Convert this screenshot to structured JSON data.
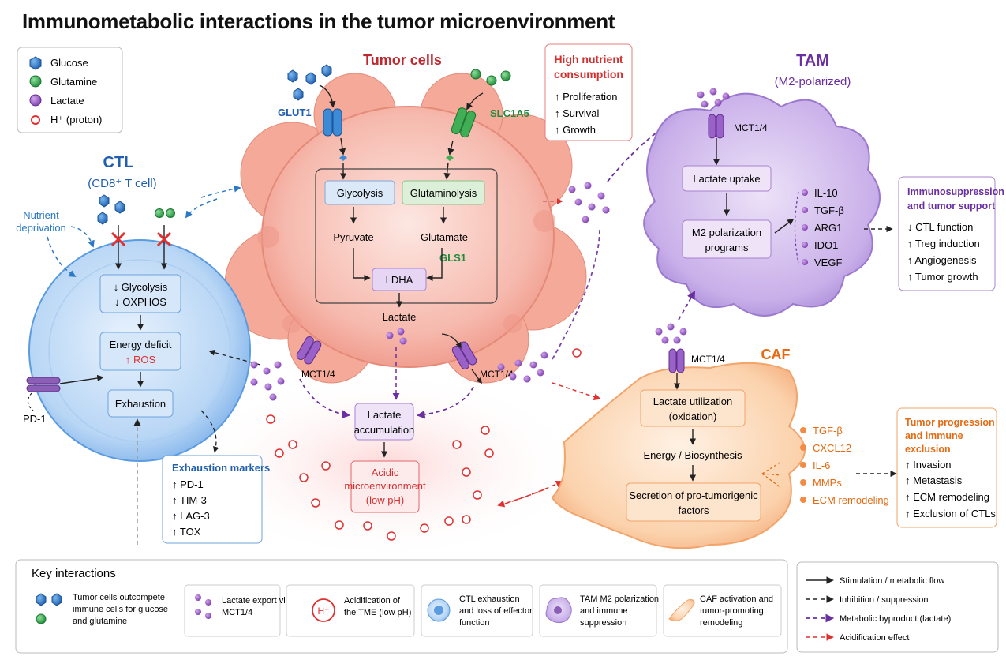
{
  "title": "Immunometabolic interactions in the tumor microenvironment",
  "legend": {
    "glucose": "Glucose",
    "glutamine": "Glutamine",
    "lactate": "Lactate",
    "proton": "H⁺ (proton)"
  },
  "tumor": {
    "title": "Tumor cells",
    "glut1": "GLUT1",
    "slc1a5": "SLC1A5",
    "glycolysis": "Glycolysis",
    "glutaminolysis": "Glutaminolysis",
    "pyruvate": "Pyruvate",
    "glutamate": "Glutamate",
    "gls1": "GLS1",
    "ldha": "LDHA",
    "lactate": "Lactate",
    "mct_left": "MCT1/4",
    "mct_right": "MCT1/4"
  },
  "nutrient": {
    "title1": "High nutrient",
    "title2": "consumption",
    "items": [
      "↑ Proliferation",
      "↑ Survival",
      "↑ Growth"
    ]
  },
  "ctl": {
    "title": "CTL",
    "subtitle": "(CD8⁺ T cell)",
    "deprivation1": "Nutrient",
    "deprivation2": "deprivation",
    "glyco1": "↓ Glycolysis",
    "glyco2": "↓ OXPHOS",
    "energy": "Energy deficit",
    "ros": "↑ ROS",
    "exhaustion": "Exhaustion",
    "pd1": "PD-1"
  },
  "markers": {
    "title": "Exhaustion markers",
    "items": [
      "↑ PD-1",
      "↑ TIM-3",
      "↑ LAG-3",
      "↑ TOX"
    ]
  },
  "center": {
    "accum1": "Lactate",
    "accum2": "accumulation",
    "acid1": "Acidic",
    "acid2": "microenvironment",
    "acid3": "(low pH)"
  },
  "tam": {
    "title": "TAM",
    "subtitle": "(M2-polarized)",
    "mct": "MCT1/4",
    "uptake": "Lactate uptake",
    "m2a": "M2 polarization",
    "m2b": "programs",
    "factors": [
      "IL-10",
      "TGF-β",
      "ARG1",
      "IDO1",
      "VEGF"
    ]
  },
  "immuno": {
    "title1": "Immunosuppression",
    "title2": "and tumor support",
    "items": [
      "↓ CTL function",
      "↑ Treg induction",
      "↑ Angiogenesis",
      "↑ Tumor growth"
    ]
  },
  "caf": {
    "title": "CAF",
    "mct": "MCT1/4",
    "util1": "Lactate utilization",
    "util2": "(oxidation)",
    "energy": "Energy / Biosynthesis",
    "sec1": "Secretion of pro-tumorigenic",
    "sec2": "factors",
    "factors": [
      "TGF-β",
      "CXCL12",
      "IL-6",
      "MMPs",
      "ECM remodeling"
    ]
  },
  "progression": {
    "title1": "Tumor progression",
    "title2": "and immune",
    "title3": "exclusion",
    "items": [
      "↑ Invasion",
      "↑ Metastasis",
      "↑ ECM remodeling",
      "↑ Exclusion of CTLs"
    ]
  },
  "key": {
    "title": "Key interactions",
    "k1a": "Tumor cells outcompete",
    "k1b": "immune cells for glucose",
    "k1c": "and glutamine",
    "k2a": "Lactate export via",
    "k2b": "MCT1/4",
    "k3a": "Acidification of",
    "k3b": "the TME (low pH)",
    "k4a": "CTL exhaustion",
    "k4b": "and loss of effector",
    "k4c": "function",
    "k5a": "TAM M2 polarization",
    "k5b": "and immune",
    "k5c": "suppression",
    "k6a": "CAF activation and",
    "k6b": "tumor-promoting",
    "k6c": "remodeling",
    "h": "H⁺"
  },
  "arrows": {
    "a1": "Stimulation / metabolic flow",
    "a2": "Inhibition / suppression",
    "a3": "Metabolic byproduct (lactate)",
    "a4": "Acidification effect"
  }
}
